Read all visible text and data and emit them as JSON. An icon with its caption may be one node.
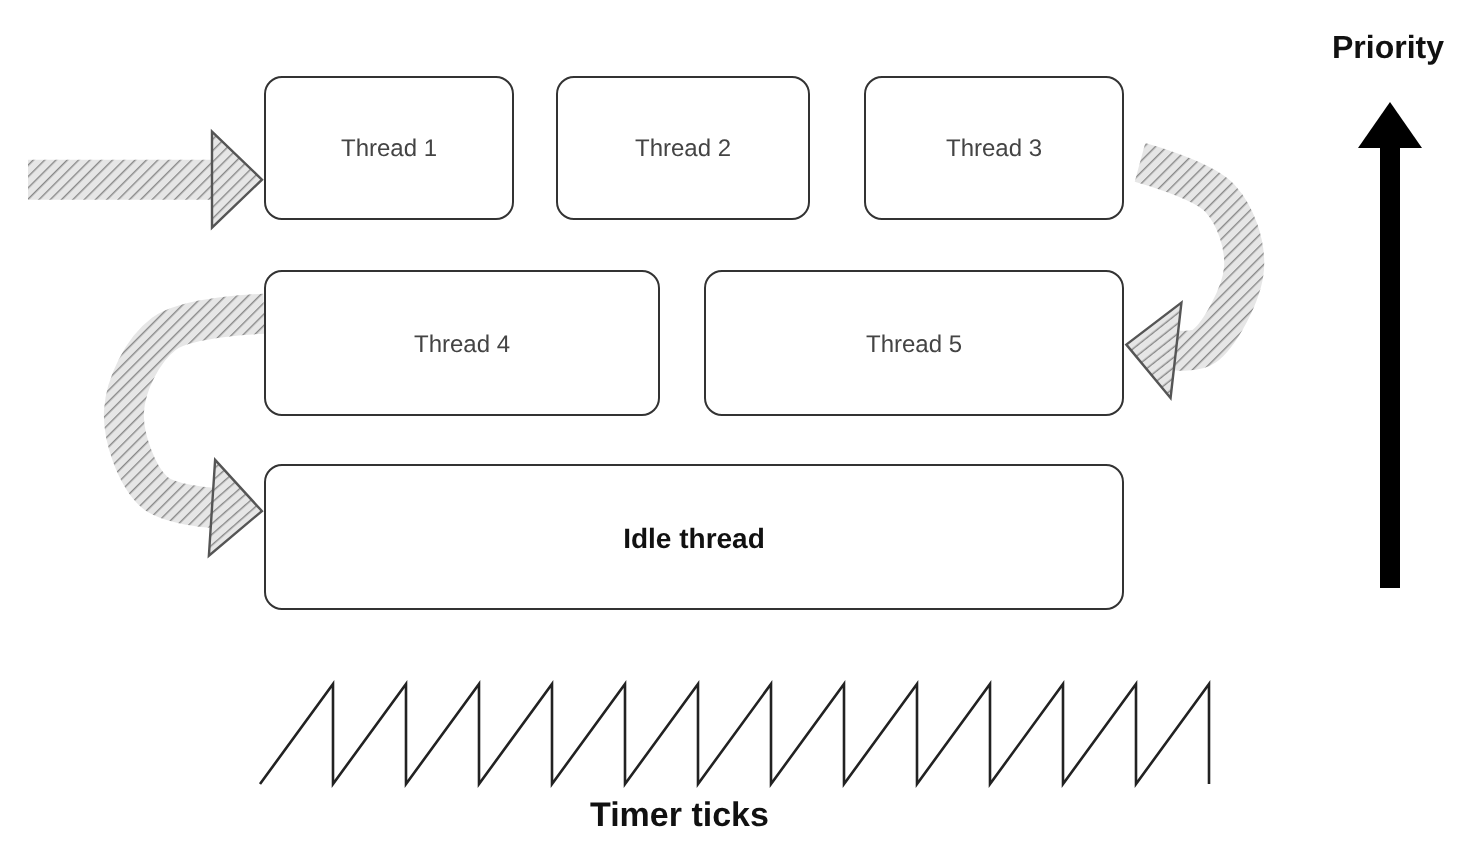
{
  "diagram": {
    "nodes": [
      {
        "text": [
          "Thread 1"
        ]
      },
      {
        "text": [
          "Thread 2"
        ]
      },
      {
        "text": [
          "Thread 3"
        ]
      },
      {
        "text": [
          "Thread 4"
        ]
      },
      {
        "text": [
          "Thread 5"
        ]
      },
      {
        "text": [
          "Idle thread"
        ]
      }
    ],
    "edges": [
      {
        "from": null,
        "to": 0,
        "arrow": "to",
        "style": "thick"
      },
      {
        "from": 2,
        "to": 4,
        "arrow": "to",
        "style": "thick"
      },
      {
        "from": 3,
        "to": 5,
        "arrow": "to",
        "style": "thick"
      }
    ],
    "labels": [
      "Priority",
      "Timer ticks"
    ]
  }
}
